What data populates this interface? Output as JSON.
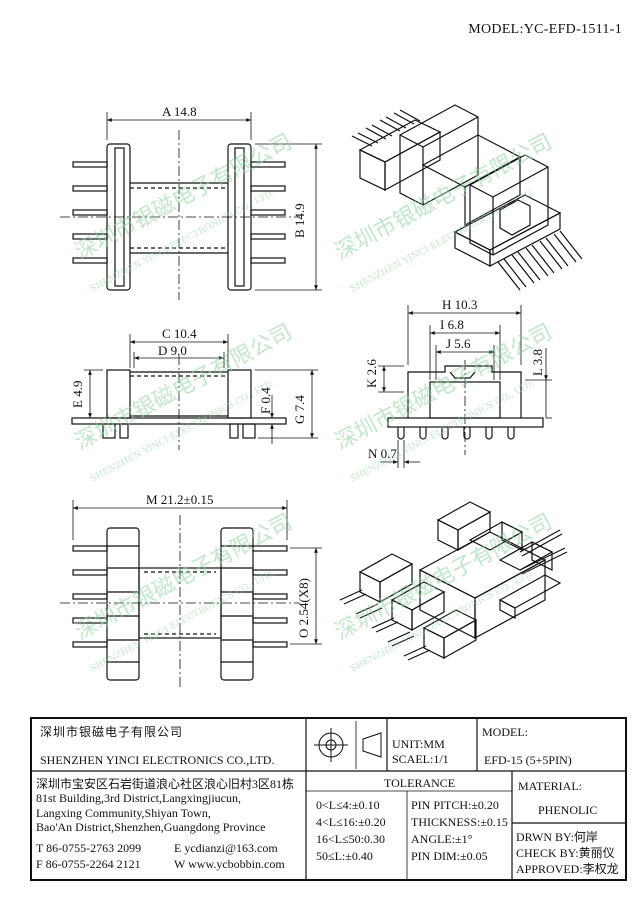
{
  "header": {
    "model": "MODEL:YC-EFD-1511-1"
  },
  "dims": {
    "a": "A 14.8",
    "b": "B 14.9",
    "c": "C 10.4",
    "d": "D 9.0",
    "e": "E 4.9",
    "f": "F 0.4",
    "g": "G 7.4",
    "h": "H 10.3",
    "i": "I 6.8",
    "j": "J 5.6",
    "k": "K 2.6",
    "l": "L 3.8",
    "n": "N 0.7",
    "m": "M 21.2±0.15",
    "o": "O 2.54(X8)"
  },
  "watermark": {
    "cn": "深圳市银磁电子有限公司",
    "en": "SHENZHEN YINCI ELECTRONICS CO., LTD."
  },
  "title_block": {
    "company_cn": "深圳市银磁电子有限公司",
    "company_en": "SHENZHEN YINCI ELECTRONICS CO.,LTD.",
    "address_lines": [
      "深圳市宝安区石岩街道浪心社区浪心旧村3区81栋",
      "81st Building,3rd District,Langxingjiucun,",
      "Langxing Community,Shiyan Town,",
      "Bao'An District,Shenzhen,Guangdong Province"
    ],
    "tel": "T 86-0755-2763 2099",
    "fax": "F 86-0755-2264 2121",
    "email": "E ycdianzi@163.com",
    "web": "W www.ycbobbin.com",
    "unit": "UNIT:MM",
    "scale": "SCAEL:1/1",
    "model_label": "MODEL:",
    "model_value": "EFD-15 (5+5PIN)",
    "tolerance_label": "TOLERANCE",
    "tolerances_left": [
      "0<L≤4:±0.10",
      "4<L≤16:±0.20",
      "16<L≤50:0.30",
      "50≤L:±0.40"
    ],
    "tolerances_right": [
      "PIN PITCH:±0.20",
      "THICKNESS:±0.15",
      "ANGLE:±1°",
      "PIN DIM:±0.05"
    ],
    "material_label": "MATERIAL:",
    "material_value": "PHENOLIC",
    "drawn": "DRWN BY:何岸",
    "check": "CHECK BY:黄丽仪",
    "approved": "APPROVED:李权龙"
  }
}
